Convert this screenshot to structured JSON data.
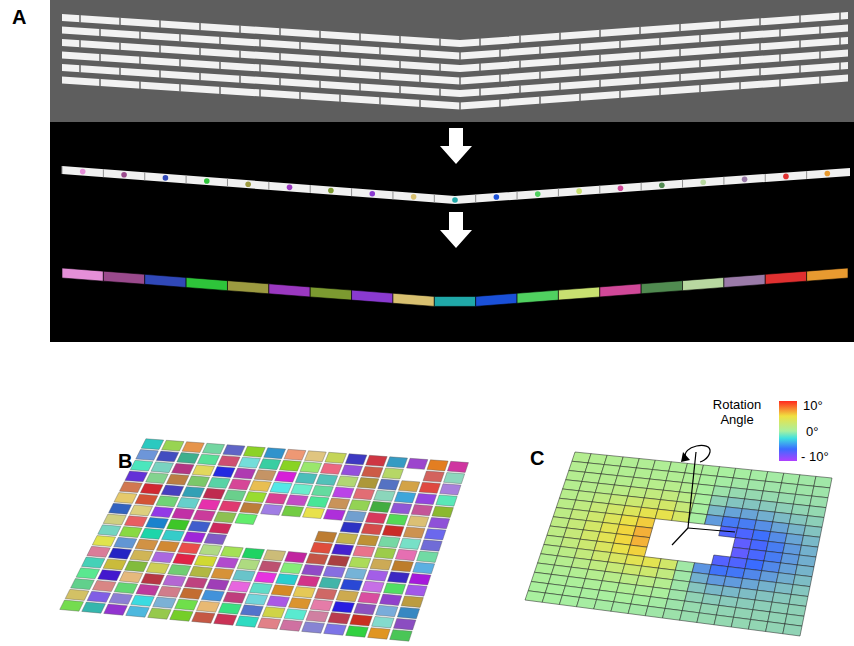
{
  "diagram": {
    "labels": [
      "A",
      "B",
      "C",
      "Rotation Angle",
      "10°",
      "0°",
      "- 10°"
    ]
  }
}
